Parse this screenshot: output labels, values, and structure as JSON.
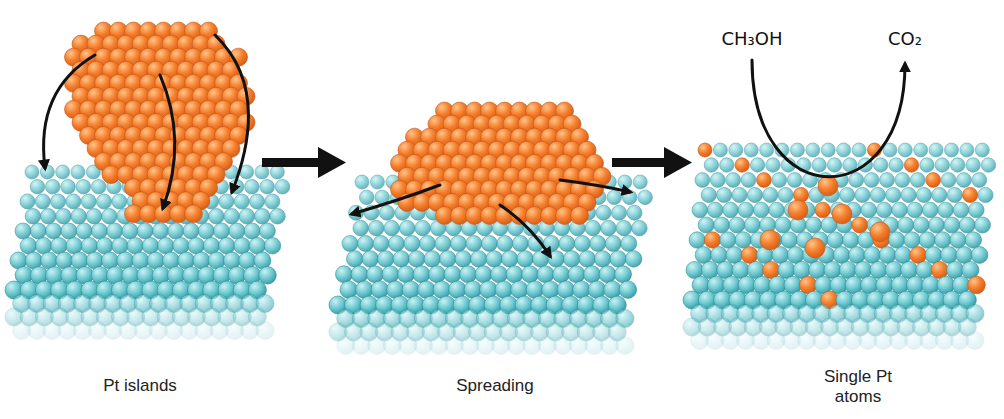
{
  "diagram": {
    "labels": [
      "CH₃OH",
      "CO₂",
      "Pt islands",
      "Spreading",
      "Single Pt atoms"
    ]
  }
}
